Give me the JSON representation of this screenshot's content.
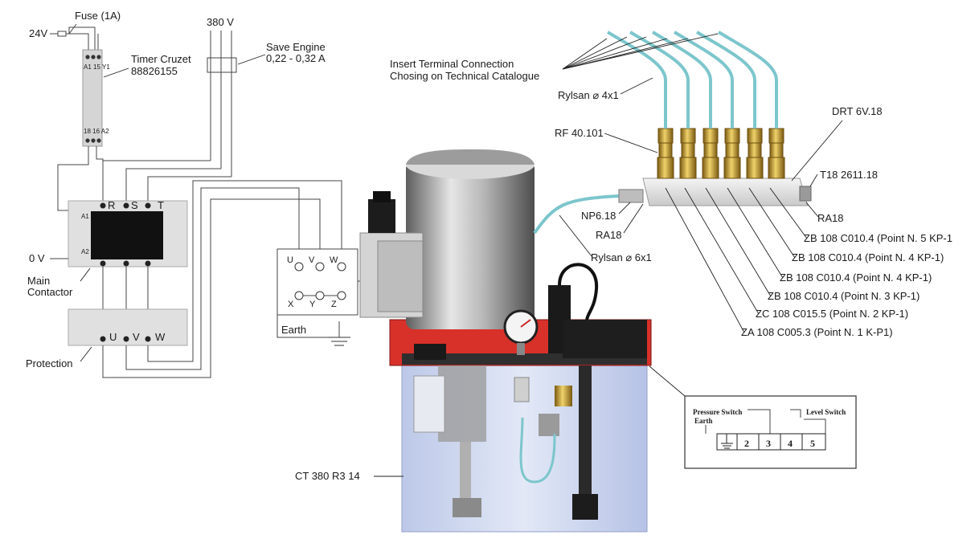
{
  "wiring": {
    "fuse_label": "Fuse (1A)",
    "supply_24v": "24V",
    "supply_380v": "380 V",
    "save_engine": "Save Engine",
    "save_engine_range": "0,22 - 0,32 A",
    "timer_name": "Timer Cruzet",
    "timer_code": "88826155",
    "timer_top_terms": "A1 15 Y1",
    "timer_bot_terms": "18 16 A2",
    "contactor_terms": [
      "R",
      "S",
      "T"
    ],
    "contactor_a1": "A1",
    "contactor_a2": "A2",
    "zero_v": "0 V",
    "main_contactor_l1": "Main",
    "main_contactor_l2": "Contactor",
    "protection_terms": [
      "U",
      "V",
      "W"
    ],
    "protection_label": "Protection",
    "motor_top_terms": [
      "U",
      "V",
      "W"
    ],
    "motor_bot_terms": [
      "X",
      "Y",
      "Z"
    ],
    "earth_label": "Earth"
  },
  "pump": {
    "model": "CT 380 R3 14"
  },
  "distribution": {
    "insert_terminal_l1": "Insert Terminal Connection",
    "insert_terminal_l2": "Chosing on Technical Catalogue",
    "rylsan_4": "Rylsan ⌀ 4x1",
    "rylsan_6": "Rylsan ⌀ 6x1",
    "rf": "RF 40.101",
    "drt": "DRT 6V.18",
    "t18": "T18 2611.18",
    "ra18_right": "RA18",
    "np": "NP6.18",
    "ra18_left": "RA18",
    "points": [
      "ZB 108 C010.4 (Point N. 5 KP-1",
      "ZB 108 C010.4 (Point N. 4 KP-1)",
      "ZB 108 C010.4 (Point N. 4 KP-1)",
      "ZB 108 C010.4 (Point N. 3 KP-1)",
      "ZC 108 C015.5 (Point N. 2 KP-1)",
      "ZA 108 C005.3 (Point N. 1 K-P1)"
    ]
  },
  "terminal_box": {
    "pressure_switch": "Pressure Switch",
    "earth": "Earth",
    "level_switch": "Level Switch",
    "terminals": [
      "2",
      "3",
      "4",
      "5"
    ]
  },
  "colors": {
    "tube": "#7cc6cc",
    "brass": "#c9a23a",
    "red_lid": "#d8312a",
    "tank": "#c7d2ec"
  }
}
